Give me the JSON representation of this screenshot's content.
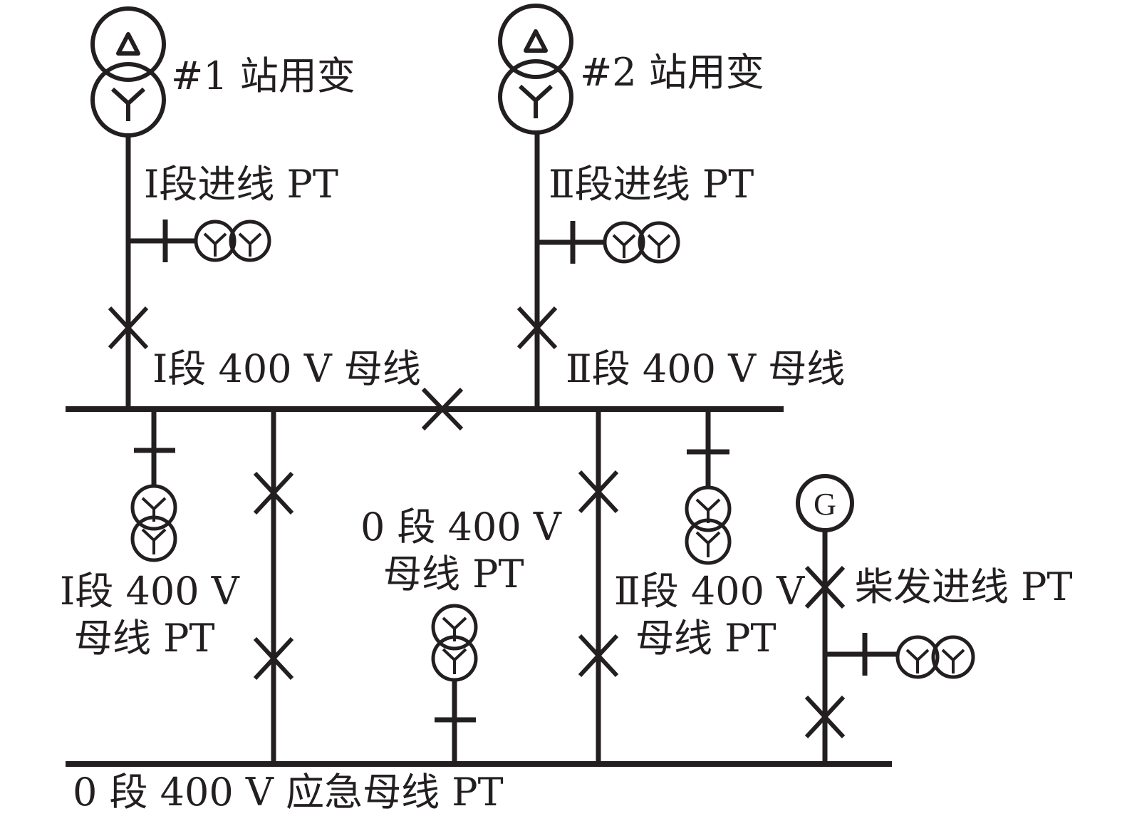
{
  "labels": {
    "transformer_1": "#1 站用变",
    "transformer_2": "#2 站用变",
    "incoming_pt_1": "Ⅰ段进线 PT",
    "incoming_pt_2": "Ⅱ段进线 PT",
    "bus_1": "Ⅰ段 400 V 母线",
    "bus_2": "Ⅱ段 400 V 母线",
    "bus_pt_1_line1": "Ⅰ段 400 V",
    "bus_pt_1_line2": "母线 PT",
    "bus_pt_0_line1": "0 段 400 V",
    "bus_pt_0_line2": "母线 PT",
    "bus_pt_2_line1": "Ⅱ段 400 V",
    "bus_pt_2_line2": "母线 PT",
    "diesel_pt": "柴发进线 PT",
    "emergency_bus": "0 段 400 V 应急母线 PT",
    "generator_glyph": "G"
  },
  "colors": {
    "line": "#231f20",
    "background": "#ffffff"
  }
}
